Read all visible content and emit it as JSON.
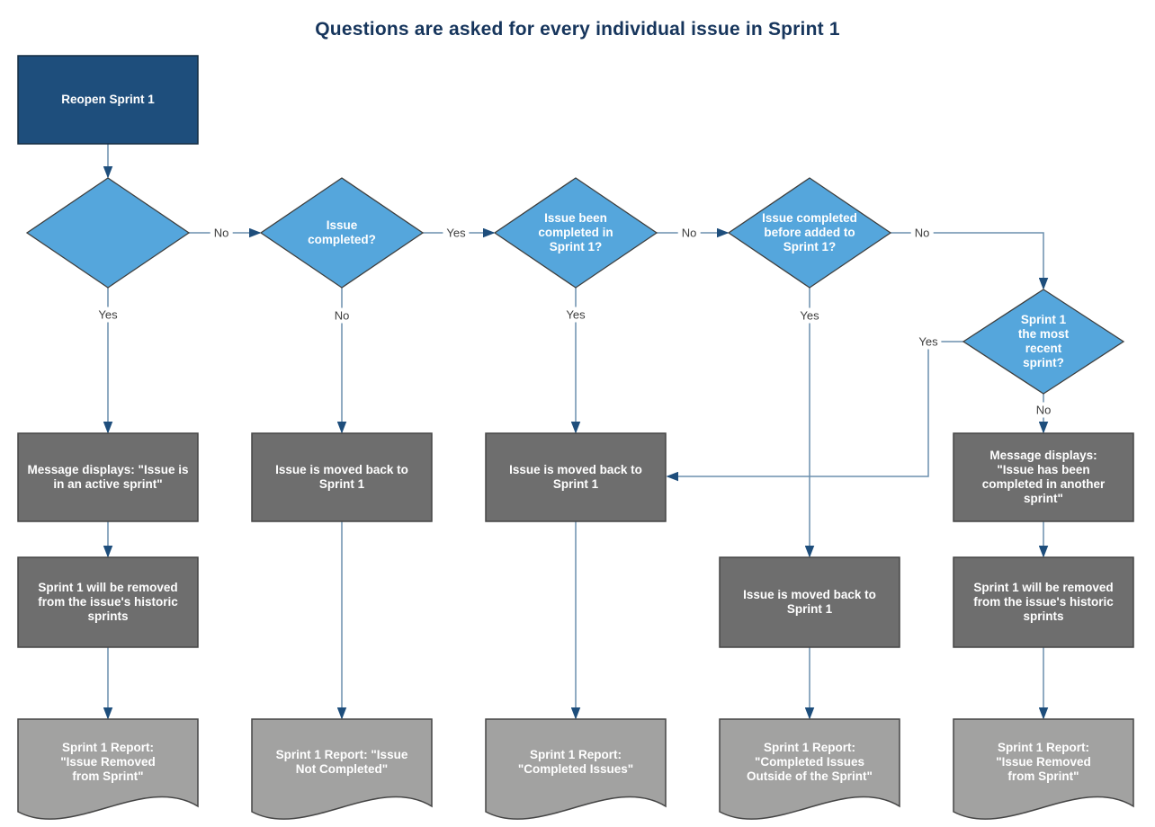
{
  "title": "Questions are asked for every individual issue in Sprint 1",
  "colors": {
    "background": "#FFFFFF",
    "title_text": "#16355C",
    "start_fill": "#1E4E7C",
    "start_stroke": "#142B40",
    "decision_fill": "#55A6DC",
    "decision_stroke": "#3F3F3E",
    "process_fill": "#6E6E6E",
    "process_stroke": "#454545",
    "document_fill": "#A2A2A1",
    "document_stroke": "#454545",
    "edge": "#6B8FAE",
    "arrow": "#1E4E7C",
    "edge_label_text": "#3D3D3D",
    "node_text": "#FFFFFF"
  },
  "nodes": {
    "start": {
      "type": "start",
      "label": "Reopen Sprint 1"
    },
    "d1": {
      "type": "decision",
      "label": ""
    },
    "d2": {
      "type": "decision",
      "label": "Issue completed?"
    },
    "d3": {
      "type": "decision",
      "label": "Issue been completed in Sprint 1?"
    },
    "d4": {
      "type": "decision",
      "label": "Issue completed before added to Sprint 1?"
    },
    "d5": {
      "type": "decision",
      "label": "Sprint 1 the most recent sprint?"
    },
    "b1": {
      "type": "process",
      "label": "Message displays: \"Issue is in an active sprint\""
    },
    "b2": {
      "type": "process",
      "label": "Issue is moved back to Sprint 1"
    },
    "b3": {
      "type": "process",
      "label": "Issue is moved back to Sprint 1"
    },
    "b5": {
      "type": "process",
      "label": "Message displays: \"Issue has been completed in another sprint\""
    },
    "c1": {
      "type": "process",
      "label": "Sprint 1 will be removed from the issue's historic sprints"
    },
    "c4": {
      "type": "process",
      "label": "Issue is moved back to Sprint 1"
    },
    "c5": {
      "type": "process",
      "label": "Sprint 1 will be removed from the issue's historic sprints"
    },
    "doc1": {
      "type": "document",
      "label": "Sprint 1 Report: \"Issue Removed from Sprint\""
    },
    "doc2": {
      "type": "document",
      "label": "Sprint 1 Report: \"Issue Not Completed\""
    },
    "doc3": {
      "type": "document",
      "label": "Sprint 1 Report: \"Completed Issues\""
    },
    "doc4": {
      "type": "document",
      "label": "Sprint 1 Report: \"Completed Issues Outside of the Sprint\""
    },
    "doc5": {
      "type": "document",
      "label": "Sprint 1 Report: \"Issue Removed from Sprint\""
    }
  },
  "edges": {
    "d1_no": "No",
    "d1_yes": "Yes",
    "d2_yes": "Yes",
    "d2_no": "No",
    "d3_no": "No",
    "d3_yes": "Yes",
    "d4_no": "No",
    "d4_yes": "Yes",
    "d5_yes": "Yes",
    "d5_no": "No"
  }
}
